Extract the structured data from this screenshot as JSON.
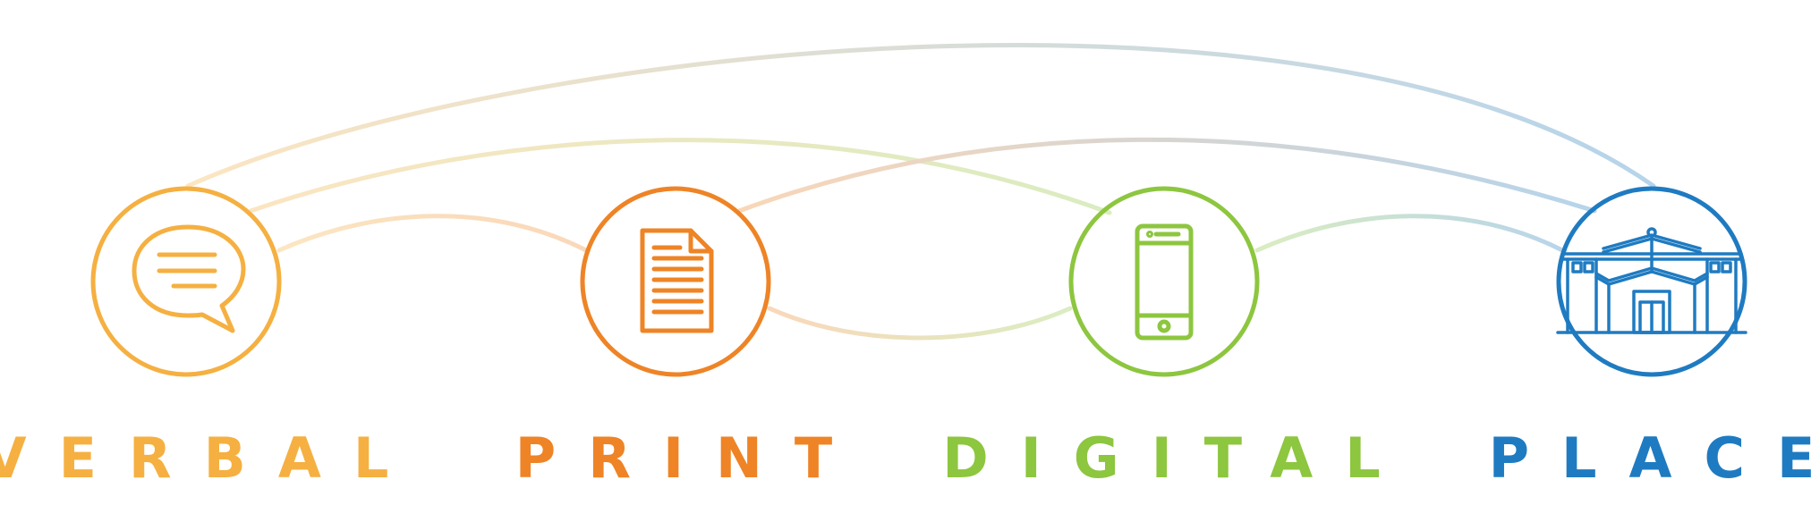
{
  "nodes": [
    {
      "id": "verbal",
      "label": "VERBAL",
      "icon": "speech-bubble-icon",
      "color": "#F5B041"
    },
    {
      "id": "print",
      "label": "PRINT",
      "icon": "document-icon",
      "color": "#EE8426"
    },
    {
      "id": "digital",
      "label": "DIGITAL",
      "icon": "smartphone-icon",
      "color": "#8DC63F"
    },
    {
      "id": "place",
      "label": "PLACE",
      "icon": "storefront-icon",
      "color": "#1F7BC1"
    }
  ],
  "connections": [
    {
      "from": "verbal",
      "to": "print"
    },
    {
      "from": "verbal",
      "to": "digital"
    },
    {
      "from": "verbal",
      "to": "place"
    },
    {
      "from": "print",
      "to": "digital"
    },
    {
      "from": "print",
      "to": "place"
    },
    {
      "from": "digital",
      "to": "place"
    }
  ]
}
